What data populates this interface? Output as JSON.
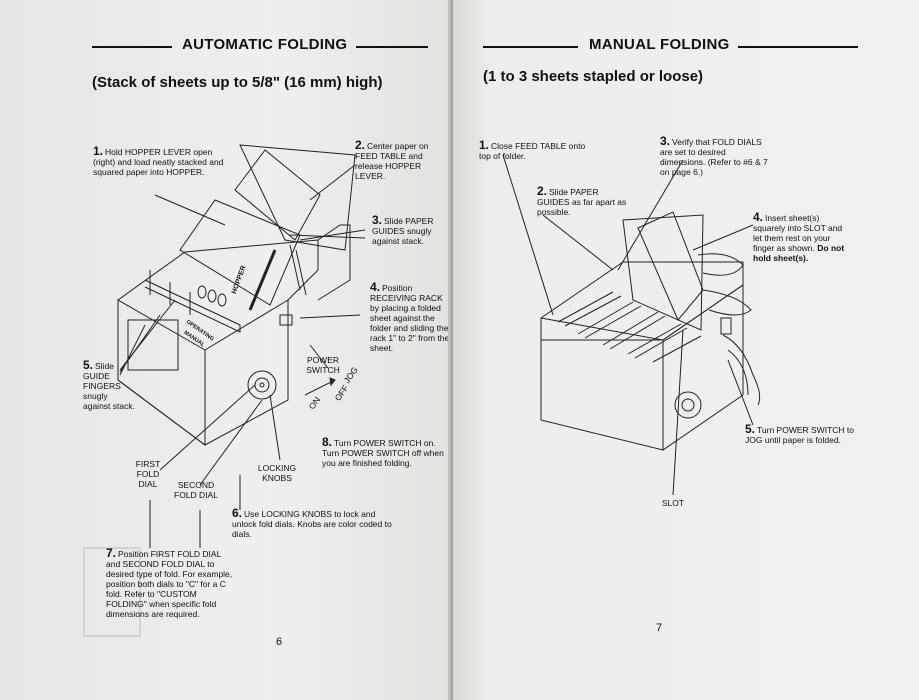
{
  "left": {
    "title": "AUTOMATIC FOLDING",
    "subtitle": "(Stack of sheets up to 5/8\" (16 mm) high)",
    "page_number": "6",
    "steps": [
      {
        "n": "1.",
        "text": "Hold HOPPER LEVER open (right) and load neatly stacked and squared paper into HOPPER."
      },
      {
        "n": "2.",
        "text": "Center paper on FEED TABLE and release HOPPER LEVER."
      },
      {
        "n": "3.",
        "text": "Slide PAPER GUIDES snugly against stack."
      },
      {
        "n": "4.",
        "text": "Position RECEIVING RACK by placing a folded sheet against the folder and sliding the rack 1\" to 2\" from the sheet."
      },
      {
        "n": "5.",
        "text": "Slide GUIDE FINGERS snugly against stack."
      },
      {
        "n": "6.",
        "text": "Use LOCKING KNOBS to lock and unlock fold dials. Knobs are color coded to dials."
      },
      {
        "n": "7.",
        "text": "Position FIRST FOLD DIAL and SECOND FOLD DIAL to desired type of fold. For example, position both dials to \"C\" for a C fold. Refer to \"CUSTOM FOLDING\" when specific fold dimensions are required."
      },
      {
        "n": "8.",
        "text": "Turn POWER SWITCH on. Turn POWER SWITCH off when you are finished folding."
      }
    ],
    "labels": {
      "power_switch": "POWER SWITCH",
      "on": "ON",
      "off": "OFF",
      "jog": "JOG",
      "first_fold_dial": "FIRST FOLD DIAL",
      "second_fold_dial": "SECOND FOLD DIAL",
      "locking_knobs": "LOCKING KNOBS",
      "hopper": "HOPPER",
      "operating_manual": "OPERATING MANUAL"
    }
  },
  "right": {
    "title": "MANUAL FOLDING",
    "subtitle": "(1 to 3 sheets stapled or loose)",
    "page_number": "7",
    "steps": [
      {
        "n": "1.",
        "text": "Close FEED TABLE onto top of folder."
      },
      {
        "n": "2.",
        "text": "Slide PAPER GUIDES as far apart as possible."
      },
      {
        "n": "3.",
        "text": "Verify that FOLD DIALS are set to desired dimensions. (Refer to #6 & 7 on page 6.)"
      },
      {
        "n": "4.",
        "text": "Insert sheet(s) squarely into SLOT and let them rest on your finger as shown.",
        "bold": "Do not hold sheet(s)."
      },
      {
        "n": "5.",
        "text": "Turn POWER SWITCH to JOG until paper is folded."
      }
    ],
    "labels": {
      "slot": "SLOT"
    }
  }
}
